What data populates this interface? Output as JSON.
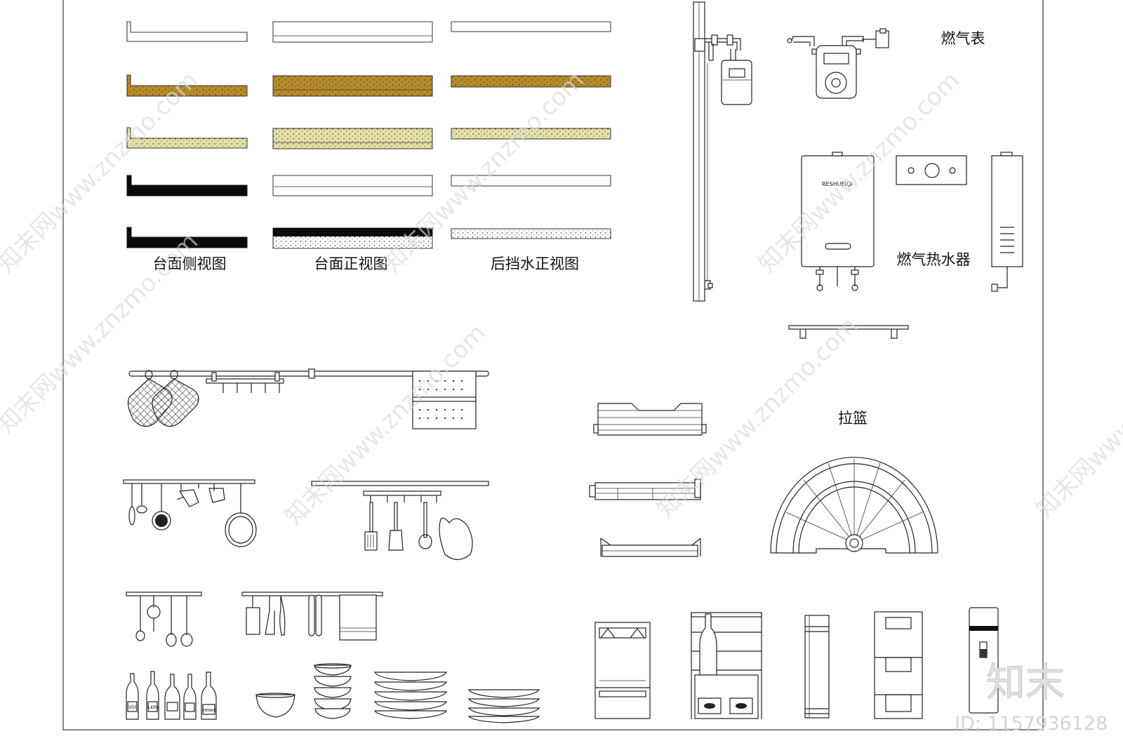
{
  "labels": {
    "counter_side": "台面侧视图",
    "counter_front": "台面正视图",
    "backsplash_front": "后挡水正视图",
    "gas_meter": "燃气表",
    "water_heater": "燃气热水器",
    "heater_brand": "RESHUEIQI",
    "pull_basket": "拉篮"
  },
  "bottle_labels": [
    "VOC",
    "LKRN",
    "HENKE"
  ],
  "watermark": {
    "text": "知末网www.znzmo.com",
    "logo": "知末",
    "id": "ID: 1157936128"
  },
  "materials": [
    {
      "name": "plain",
      "fill": "#ffffff",
      "speck": "none"
    },
    {
      "name": "wood-granite",
      "fill": "#b5862a",
      "speck": "#4a3410"
    },
    {
      "name": "beige-granite",
      "fill": "#e4dfa6",
      "speck": "#3a3a2a"
    },
    {
      "name": "black-glass",
      "fill": "#0b0b0b",
      "speck": "none"
    },
    {
      "name": "black-speckled",
      "fill": "#0b0b0b",
      "speck": "#ffffff"
    }
  ]
}
